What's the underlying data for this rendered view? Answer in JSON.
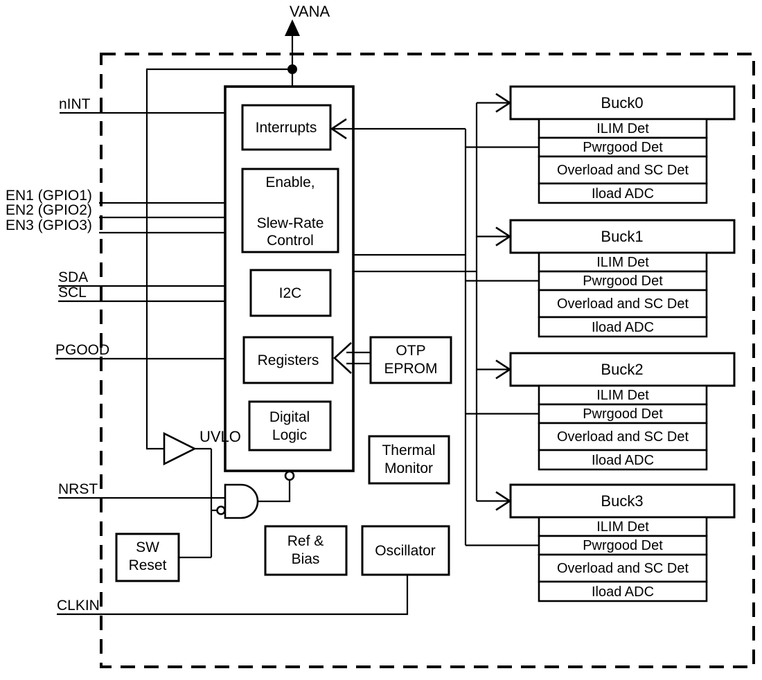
{
  "diagram": {
    "power_pin": "VANA",
    "pins": {
      "nint": "nINT",
      "en1": "EN1 (GPIO1)",
      "en2": "EN2 (GPIO2)",
      "en3": "EN3 (GPIO3)",
      "sda": "SDA",
      "scl": "SCL",
      "pgood": "PGOOD",
      "nrst": "NRST",
      "clkin": "CLKIN"
    },
    "core": {
      "interrupts": "Interrupts",
      "enable": [
        "Enable,",
        "Slew-Rate",
        "Control"
      ],
      "i2c": "I2C",
      "registers": "Registers",
      "digital_logic": [
        "Digital",
        "Logic"
      ]
    },
    "support": {
      "otp_eprom": [
        "OTP",
        "EPROM"
      ],
      "thermal_monitor": [
        "Thermal",
        "Monitor"
      ],
      "ref_bias": [
        "Ref &",
        "Bias"
      ],
      "oscillator": "Oscillator",
      "sw_reset": [
        "SW",
        "Reset"
      ],
      "uvlo": "UVLO"
    },
    "bucks": [
      {
        "name": "Buck0",
        "rows": [
          "ILIM Det",
          "Pwrgood Det",
          "Overload and SC Det",
          "Iload ADC"
        ]
      },
      {
        "name": "Buck1",
        "rows": [
          "ILIM Det",
          "Pwrgood Det",
          "Overload and SC Det",
          "Iload ADC"
        ]
      },
      {
        "name": "Buck2",
        "rows": [
          "ILIM Det",
          "Pwrgood Det",
          "Overload and SC Det",
          "Iload ADC"
        ]
      },
      {
        "name": "Buck3",
        "rows": [
          "ILIM Det",
          "Pwrgood Det",
          "Overload and SC Det",
          "Iload ADC"
        ]
      }
    ],
    "colors": {
      "line": "#000000",
      "background": "#ffffff",
      "text": "#000000"
    }
  }
}
